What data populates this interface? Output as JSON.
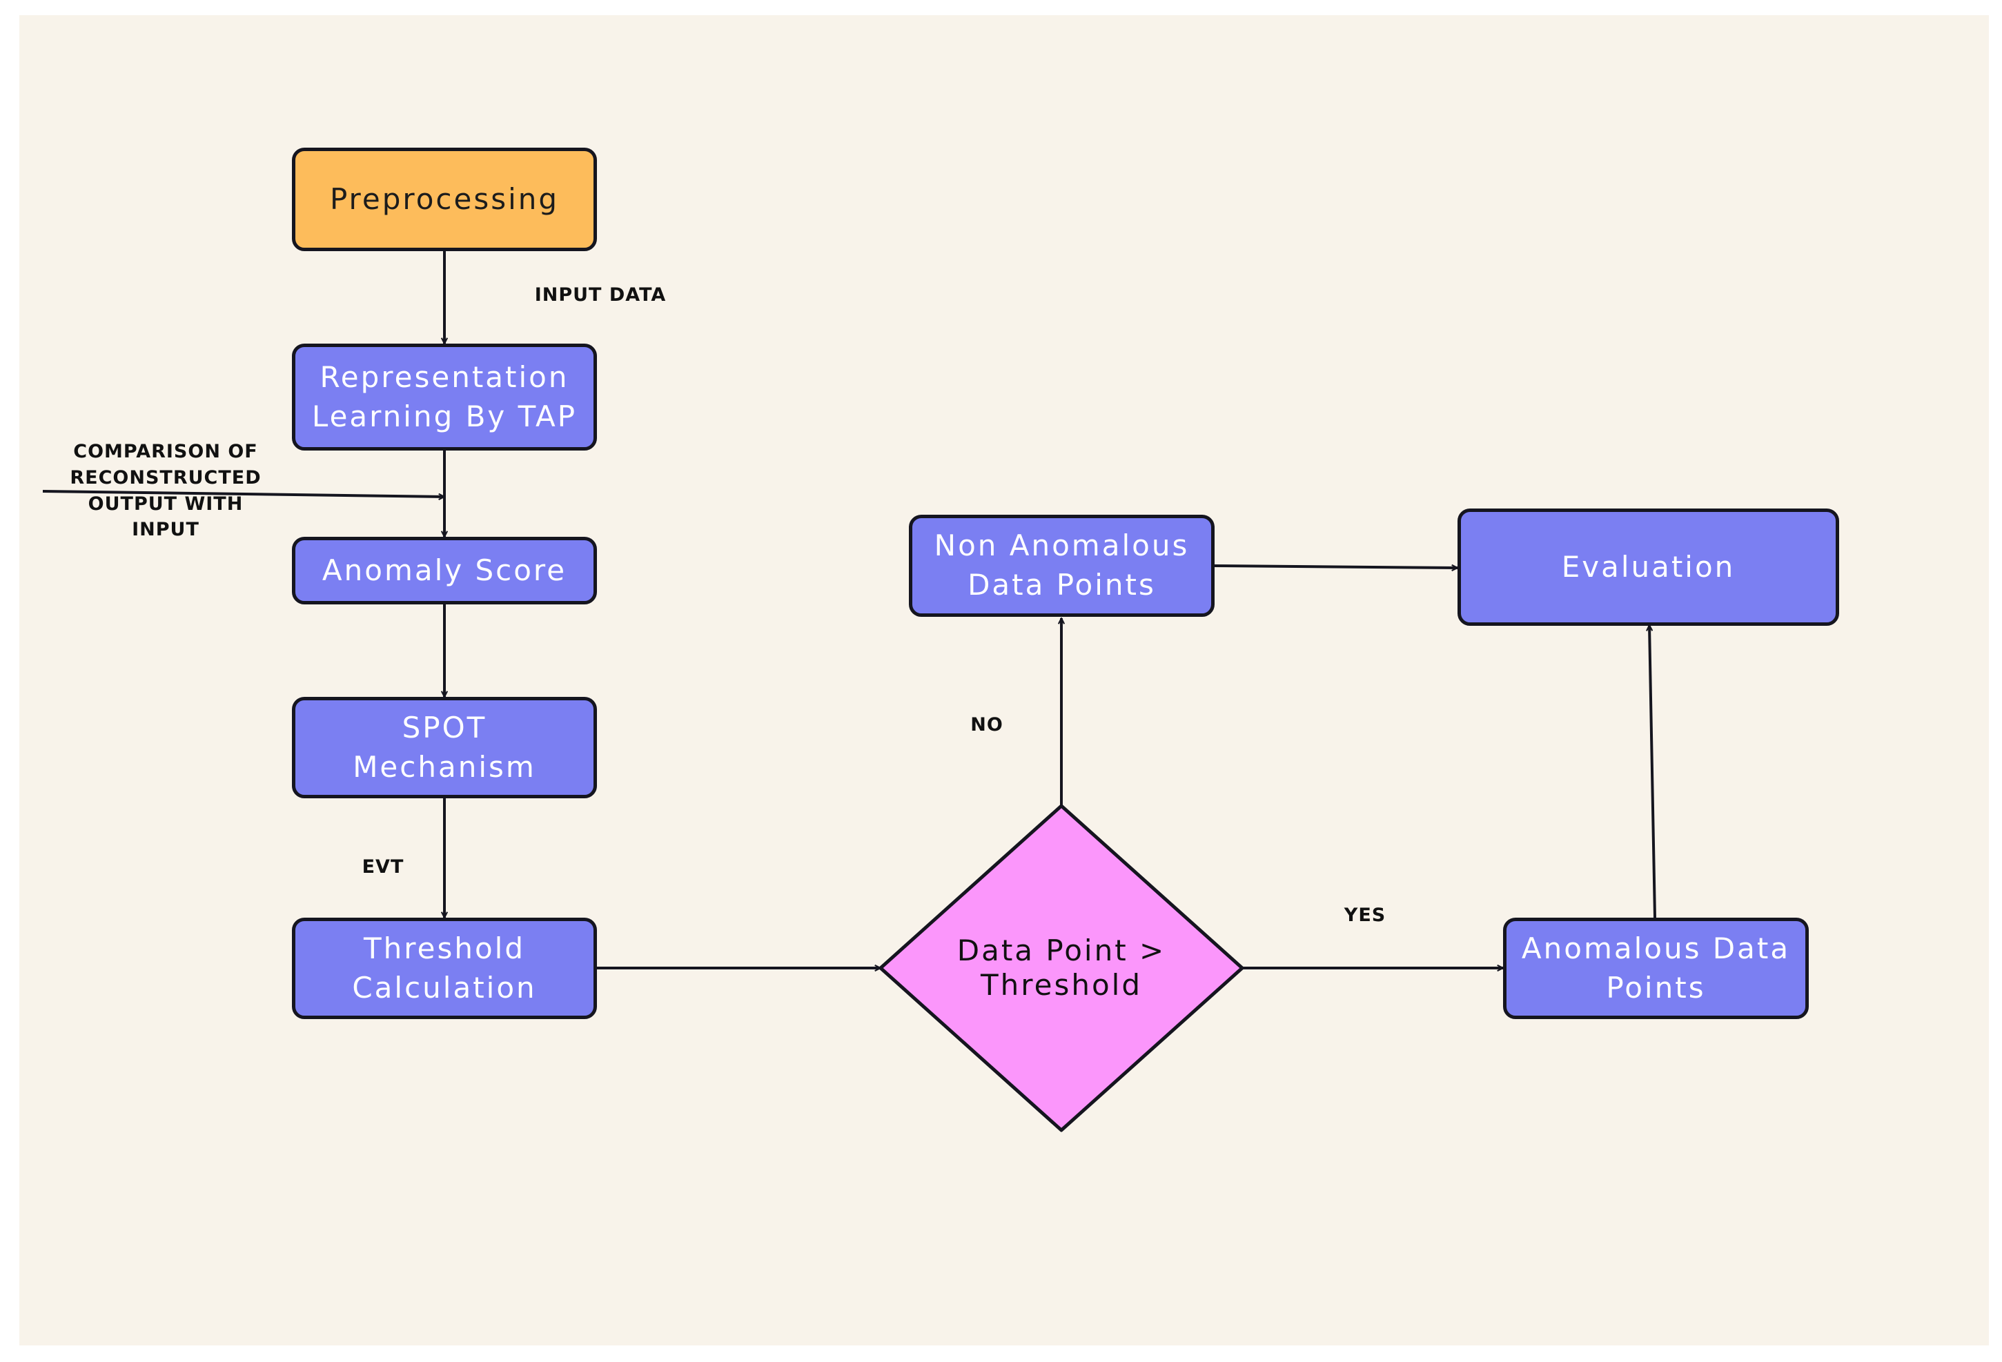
{
  "nodes": {
    "preprocessing": "Preprocessing",
    "representation": "Representation\nLearning By TAP",
    "anomaly_score": "Anomaly Score",
    "spot": "SPOT\nMechanism",
    "threshold_calc": "Threshold\nCalculation",
    "decision": "Data Point >\nThreshold",
    "non_anomalous": "Non Anomalous\nData Points",
    "evaluation": "Evaluation",
    "anomalous": "Anomalous Data\nPoints"
  },
  "edge_labels": {
    "input_data": "INPUT DATA",
    "comparison": "COMPARISON OF\nRECONSTRUCTED\nOUTPUT WITH\nINPUT",
    "evt": "EVT",
    "no": "NO",
    "yes": "YES"
  },
  "colors": {
    "start_fill": "#fdbc5b",
    "process_fill": "#7b7ff2",
    "decision_fill": "#fb96fb",
    "background": "#f8f3ea",
    "stroke": "#15151f"
  }
}
